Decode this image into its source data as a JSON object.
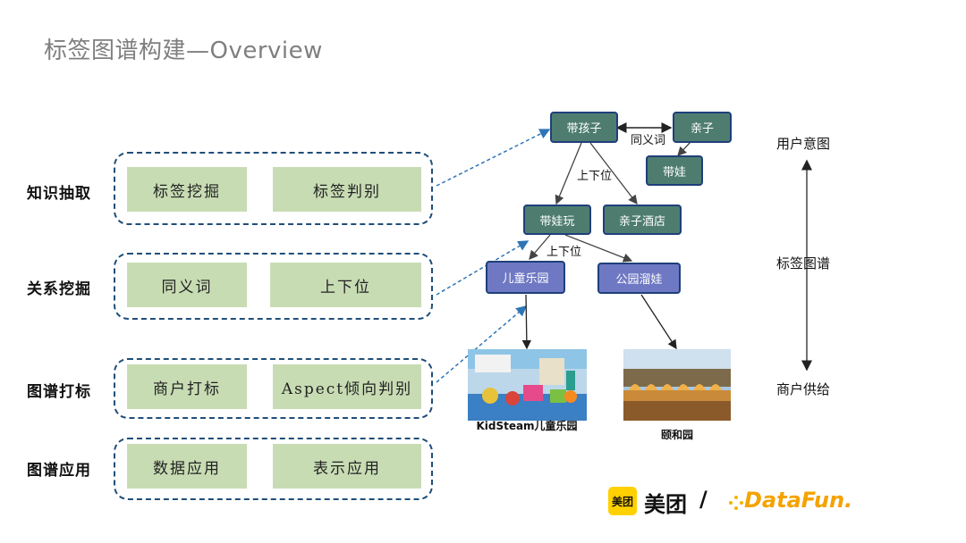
{
  "title": "标签图谱构建—Overview",
  "rows": [
    {
      "label": "知识抽取",
      "tasks": [
        "标签挖掘",
        "标签判别"
      ]
    },
    {
      "label": "关系挖掘",
      "tasks": [
        "同义词",
        "上下位"
      ]
    },
    {
      "label": "图谱打标",
      "tasks": [
        "商户打标",
        "Aspect倾向判别"
      ]
    },
    {
      "label": "图谱应用",
      "tasks": [
        "数据应用",
        "表示应用"
      ]
    }
  ],
  "graph": {
    "nodes": {
      "dai_haizi": "带孩子",
      "qinzi": "亲子",
      "daiwa": "带娃",
      "daiwawan": "带娃玩",
      "qinzi_jiudian": "亲子酒店",
      "ertong_leyuan": "儿童乐园",
      "gongyuan_liuwa": "公园溜娃"
    },
    "edge_labels": {
      "synonym": "同义词",
      "hypernym_1": "上下位",
      "hypernym_2": "上下位"
    },
    "images": {
      "kidsteam_caption": "KidSteam儿童乐园",
      "summer_palace_caption": "颐和园"
    }
  },
  "axis": {
    "top": "用户意图",
    "middle": "标签图谱",
    "bottom": "商户供给"
  },
  "logos": {
    "meituan_badge": "美团",
    "meituan_text": "美团",
    "slash": "/",
    "datafun": "DataFun."
  }
}
